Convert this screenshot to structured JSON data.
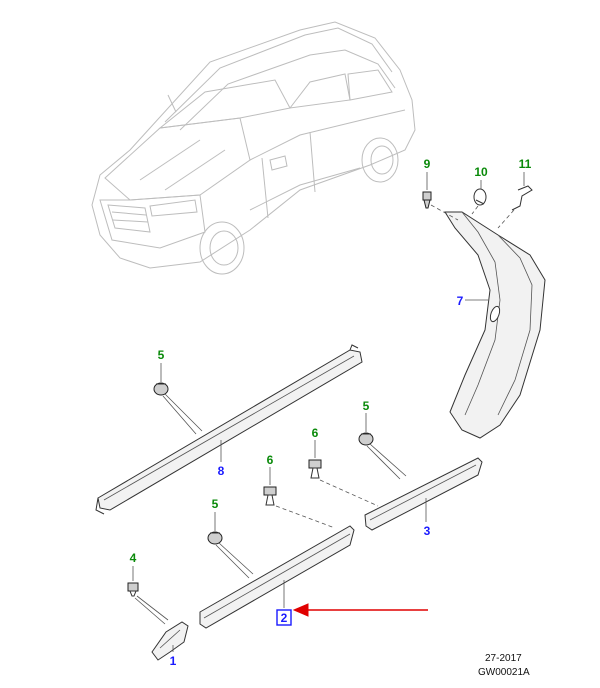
{
  "diagram": {
    "callouts": [
      {
        "id": "c1",
        "text": "1",
        "color": "#1a1aff"
      },
      {
        "id": "c2",
        "text": "2",
        "color": "#1a1aff"
      },
      {
        "id": "c3",
        "text": "3",
        "color": "#1a1aff"
      },
      {
        "id": "c4",
        "text": "4",
        "color": "#0a8a0a"
      },
      {
        "id": "c5a",
        "text": "5",
        "color": "#0a8a0a"
      },
      {
        "id": "c5b",
        "text": "5",
        "color": "#0a8a0a"
      },
      {
        "id": "c5c",
        "text": "5",
        "color": "#0a8a0a"
      },
      {
        "id": "c6a",
        "text": "6",
        "color": "#0a8a0a"
      },
      {
        "id": "c6b",
        "text": "6",
        "color": "#0a8a0a"
      },
      {
        "id": "c7",
        "text": "7",
        "color": "#1a1aff"
      },
      {
        "id": "c8",
        "text": "8",
        "color": "#1a1aff"
      },
      {
        "id": "c9",
        "text": "9",
        "color": "#0a8a0a"
      },
      {
        "id": "c10",
        "text": "10",
        "color": "#0a8a0a"
      },
      {
        "id": "c11",
        "text": "11",
        "color": "#0a8a0a"
      }
    ],
    "highlight_color": "#e00000",
    "footer": {
      "date": "27-2017",
      "code": "GW00021A"
    }
  }
}
